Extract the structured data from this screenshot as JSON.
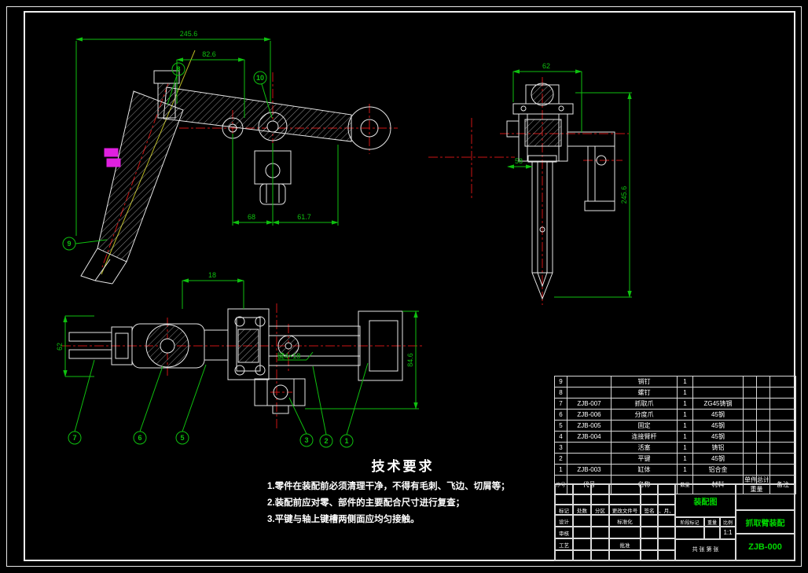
{
  "meta": {
    "background": "#000000",
    "geometry_color": "#e6e6e6",
    "dimension_color": "#0fc00f",
    "centerline_color": "#cc1414",
    "section_line_color": "#b9b923",
    "highlight_color": "#e020e0",
    "title_green": "#00d700"
  },
  "tech": {
    "title": "技术要求",
    "items": [
      "1.零件在装配前必须清理干净，不得有毛刺、飞边、切屑等；",
      "2.装配前应对零、部件的主要配合尺寸进行复查；",
      "3.平键与轴上键槽两侧面应均匀接触。"
    ]
  },
  "dims": {
    "top_overall": "245.6",
    "top_inner": "82.6",
    "top_a": "68",
    "top_b": "61.7",
    "side_width": "62",
    "side_height": "245.6",
    "side_offset": "58",
    "plan_top": "18",
    "plan_left": "62",
    "plan_right": "84.6",
    "key_label": "键4×18"
  },
  "balloons": {
    "b1": "1",
    "b2": "2",
    "b3": "3",
    "b5": "5",
    "b6": "6",
    "b7": "7",
    "b8": "8",
    "b9": "9",
    "b10": "10"
  },
  "bom": {
    "header": {
      "no": "序号",
      "code": "代号",
      "name": "名称",
      "qty": "数量",
      "material": "材料",
      "w1": "单件",
      "w2": "总计",
      "w3": "重量",
      "remarks": "备注"
    },
    "rows": [
      {
        "no": "9",
        "code": "",
        "name": "销钉",
        "qty": "1",
        "material": "",
        "w1": "",
        "w2": "",
        "remarks": ""
      },
      {
        "no": "8",
        "code": "",
        "name": "螺钉",
        "qty": "1",
        "material": "",
        "w1": "",
        "w2": "",
        "remarks": ""
      },
      {
        "no": "7",
        "code": "ZJB-007",
        "name": "抓取爪",
        "qty": "1",
        "material": "ZG45铸钢",
        "w1": "",
        "w2": "",
        "remarks": ""
      },
      {
        "no": "6",
        "code": "ZJB-006",
        "name": "分度爪",
        "qty": "1",
        "material": "45钢",
        "w1": "",
        "w2": "",
        "remarks": ""
      },
      {
        "no": "5",
        "code": "ZJB-005",
        "name": "固定",
        "qty": "1",
        "material": "45钢",
        "w1": "",
        "w2": "",
        "remarks": ""
      },
      {
        "no": "4",
        "code": "ZJB-004",
        "name": "连接臂杆",
        "qty": "1",
        "material": "45钢",
        "w1": "",
        "w2": "",
        "remarks": ""
      },
      {
        "no": "3",
        "code": "",
        "name": "活塞",
        "qty": "1",
        "material": "铸铝",
        "w1": "",
        "w2": "",
        "remarks": ""
      },
      {
        "no": "2",
        "code": "",
        "name": "平键",
        "qty": "1",
        "material": "45钢",
        "w1": "",
        "w2": "",
        "remarks": ""
      },
      {
        "no": "1",
        "code": "ZJB-003",
        "name": "缸体",
        "qty": "1",
        "material": "铝合金",
        "w1": "",
        "w2": "",
        "remarks": ""
      }
    ]
  },
  "title_block": {
    "left_rows": [
      [
        "",
        "",
        "",
        "",
        "",
        ""
      ],
      [
        "",
        "",
        "",
        "",
        "",
        ""
      ],
      [
        "标记",
        "处数",
        "分区",
        "更改文件号",
        "签名",
        "年、月、日"
      ],
      [
        "设计",
        "",
        "",
        "标准化",
        "",
        ""
      ],
      [
        "审核",
        "",
        "",
        "",
        "",
        ""
      ],
      [
        "工艺",
        "",
        "",
        "批准",
        "",
        ""
      ],
      [
        "",
        "",
        "",
        "",
        "",
        ""
      ]
    ],
    "stage_label": "阶段标记",
    "weight_label": "重量",
    "scale_label": "比例",
    "scale_value": "1:1",
    "sheet_info": "共 张 第 张",
    "drawing_type": "装配图",
    "drawing_name": "抓取臂装配",
    "drawing_no": "ZJB-000"
  }
}
